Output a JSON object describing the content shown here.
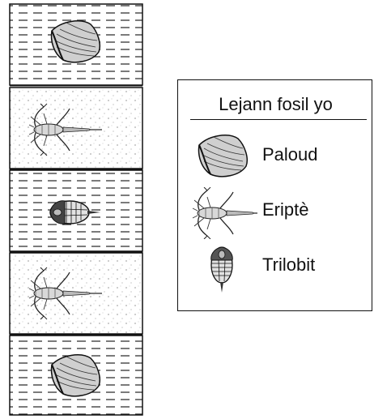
{
  "legend": {
    "title": "Lejann fosil yo",
    "items": [
      {
        "name": "paloud",
        "label": "Paloud",
        "icon": "clam-fossil-icon"
      },
      {
        "name": "eripte",
        "label": "Eriptè",
        "icon": "sea-scorpion-fossil-icon"
      },
      {
        "name": "trilobit",
        "label": "Trilobit",
        "icon": "trilobite-fossil-icon"
      }
    ]
  },
  "column": {
    "layers": [
      {
        "pattern": "dashed",
        "fossil": "Paloud"
      },
      {
        "pattern": "dotted",
        "fossil": "Eriptè"
      },
      {
        "pattern": "dashed",
        "fossil": "Trilobit"
      },
      {
        "pattern": "dotted",
        "fossil": "Eriptè"
      },
      {
        "pattern": "dashed",
        "fossil": "Paloud"
      }
    ]
  }
}
